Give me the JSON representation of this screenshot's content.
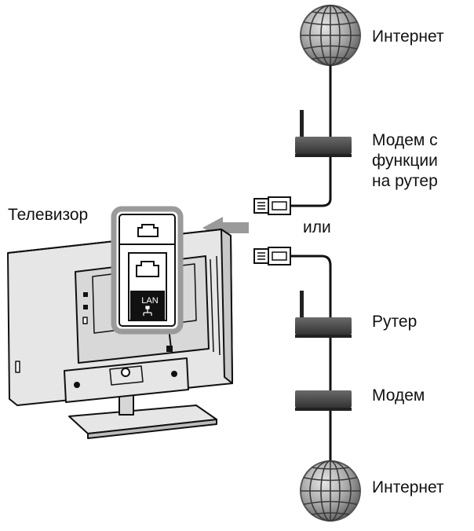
{
  "labels": {
    "internet_top": "Интернет",
    "modem_router_lines": [
      "Модем с",
      "функции",
      "на рутер"
    ],
    "tv": "Телевизор",
    "or": "или",
    "router": "Рутер",
    "modem": "Модем",
    "internet_bottom": "Интернет",
    "lan": "LAN"
  },
  "icons": {
    "globe": "globe-icon",
    "lan_port": "lan-port-icon",
    "cable_plug": "cable-plug-icon",
    "arrow": "arrow-left-icon"
  },
  "colors": {
    "line": "#111111",
    "device": "#4a4a4a",
    "tv_body": "#e6e6e6",
    "globe": "#9a9a9a",
    "port_panel_bg": "#111111"
  }
}
